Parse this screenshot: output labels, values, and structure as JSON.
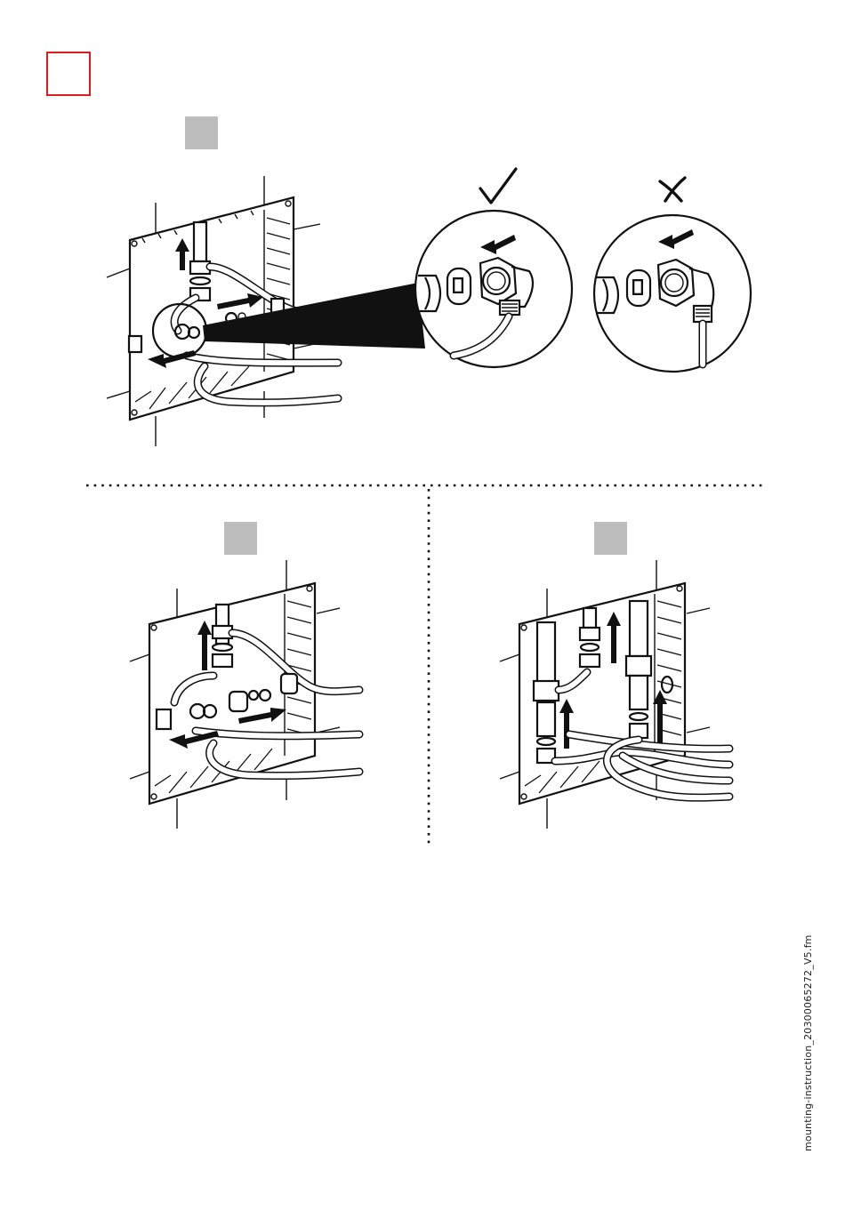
{
  "page": {
    "footer_filename": "mounting-instruction_20300065272_V5.fm"
  },
  "markers": {
    "check_symbol": "✓",
    "cross_symbol": "✗",
    "step_box_color": "#bdbdbd",
    "main_marker_color": "#e01b1b"
  },
  "panels": [
    {
      "name": "top-install-panel"
    },
    {
      "name": "bottom-left-install-panel"
    },
    {
      "name": "bottom-right-install-panel"
    }
  ]
}
